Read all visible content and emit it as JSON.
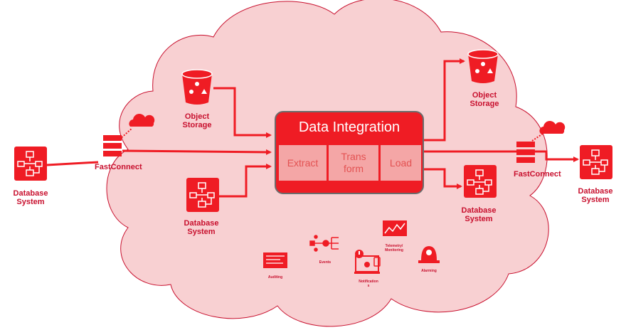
{
  "data_integration": {
    "title": "Data Integration",
    "steps": [
      "Extract",
      "Trans\nform",
      "Load"
    ]
  },
  "nodes": {
    "db_left": "Database\nSystem",
    "fastconnect_left": "FastConnect",
    "object_storage_left": "Object\nStorage",
    "db_inner_left": "Database\nSystem",
    "object_storage_right": "Object\nStorage",
    "db_inner_right": "Database\nSystem",
    "fastconnect_right": "FastConnect",
    "db_right": "Database\nSystem"
  },
  "services": {
    "auditing": "Auditing",
    "events": "Events",
    "notifications": "Notification\ns",
    "telemetry": "Telemetry/\nMonitoring",
    "alarming": "Alarming"
  },
  "colors": {
    "brand_red": "#ef1c24",
    "cloud_fill": "#f8d0d2",
    "cloud_stroke": "#c8102e",
    "step_fill": "#f4a6a6"
  }
}
